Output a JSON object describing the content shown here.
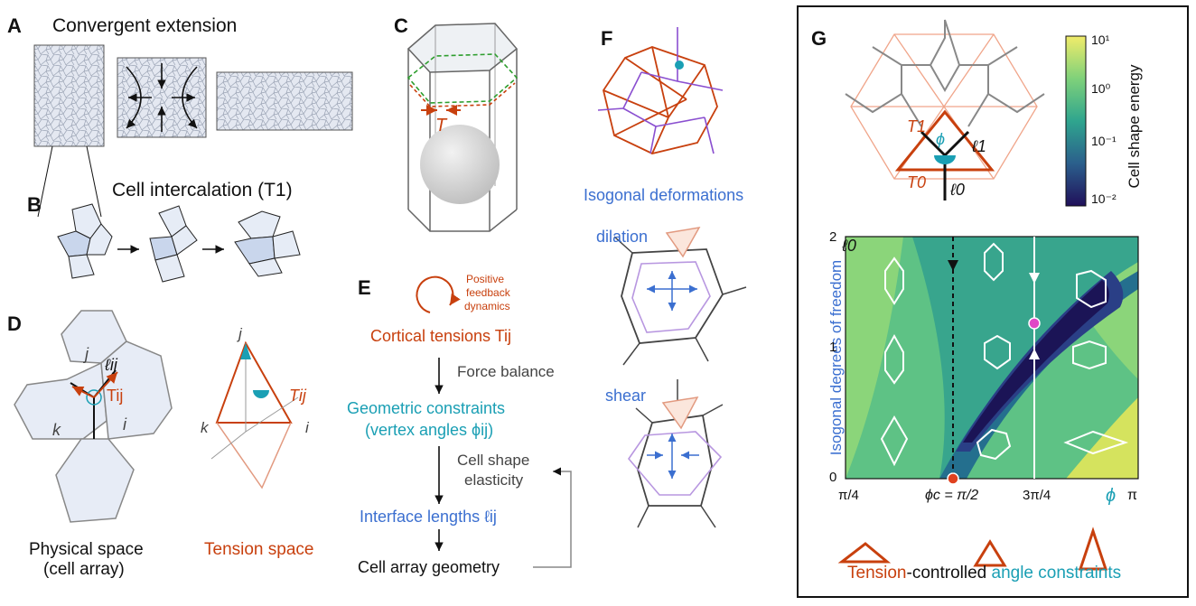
{
  "panels": {
    "A": {
      "letter": "A",
      "title": "Convergent extension"
    },
    "B": {
      "letter": "B",
      "title": "Cell intercalation (T1)"
    },
    "C": {
      "letter": "C",
      "tension": "T"
    },
    "D": {
      "letter": "D",
      "label_j": "j",
      "label_k": "k",
      "label_i": "i",
      "length_label": "ℓij",
      "tension_label": "Tij",
      "tension_j": "j",
      "tension_k": "k",
      "tension_i": "i",
      "tension_label2": "Tij",
      "physical_caption_1": "Physical space",
      "physical_caption_2": "(cell array)",
      "tension_caption": "Tension space"
    },
    "E": {
      "letter": "E",
      "feedback_1": "Positive",
      "feedback_2": "feedback",
      "feedback_3": "dynamics",
      "step1": "Cortical tensions Tij",
      "arrow1": "Force balance",
      "step2a": "Geometric constraints",
      "step2b": "(vertex angles ϕij)",
      "arrow2a": "Cell shape",
      "arrow2b": "elasticity",
      "step3": "Interface lengths ℓij",
      "step4": "Cell array geometry"
    },
    "F": {
      "letter": "F",
      "subtitle": "Isogonal deformations",
      "dilation": "dilation",
      "shear": "shear"
    },
    "G": {
      "letter": "G",
      "T1": "T1",
      "T0": "T0",
      "l1": "ℓ1",
      "l0": "ℓ0",
      "phi": "ϕ",
      "colorbar_label": "Cell shape energy",
      "colorbar_ticks": [
        "10¹",
        "10⁰",
        "10⁻¹",
        "10⁻²"
      ],
      "ylabel": "Isogonal degrees of freedom",
      "y_axis_sym": "ℓ0",
      "yticks": [
        "2",
        "1",
        "0"
      ],
      "xticks": [
        "π/4",
        "ϕc = π/2",
        "3π/4",
        "π"
      ],
      "x_axis_sym": "ϕ",
      "caption_red": "Tension",
      "caption_mid": "-controlled ",
      "caption_teal": "angle constraints"
    }
  },
  "colors": {
    "red": "#c8400e",
    "blue": "#3b6fd0",
    "teal": "#1a9fb4",
    "purple": "#8a4fd0",
    "lightblue": "#dde5f2"
  }
}
